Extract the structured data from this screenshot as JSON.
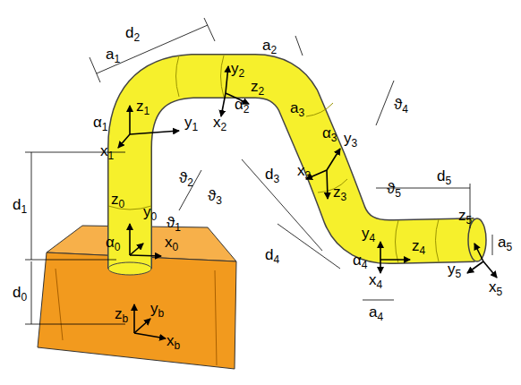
{
  "diagram": {
    "labels": [
      "d2",
      "a1",
      "a2",
      "y2",
      "z2",
      "z1",
      "α1",
      "y1",
      "α2",
      "x2",
      "x1",
      "a3",
      "ϑ4",
      "α3",
      "y3",
      "d1",
      "ϑ2",
      "ϑ3",
      "d3",
      "x3",
      "z3",
      "d5",
      "z0",
      "y0",
      "ϑ1",
      "d4",
      "ϑ5",
      "α0",
      "x0",
      "y4",
      "z4",
      "z5",
      "d0",
      "zb",
      "yb",
      "α4",
      "x4",
      "a5",
      "y5",
      "xb",
      "a4",
      "x5"
    ]
  }
}
